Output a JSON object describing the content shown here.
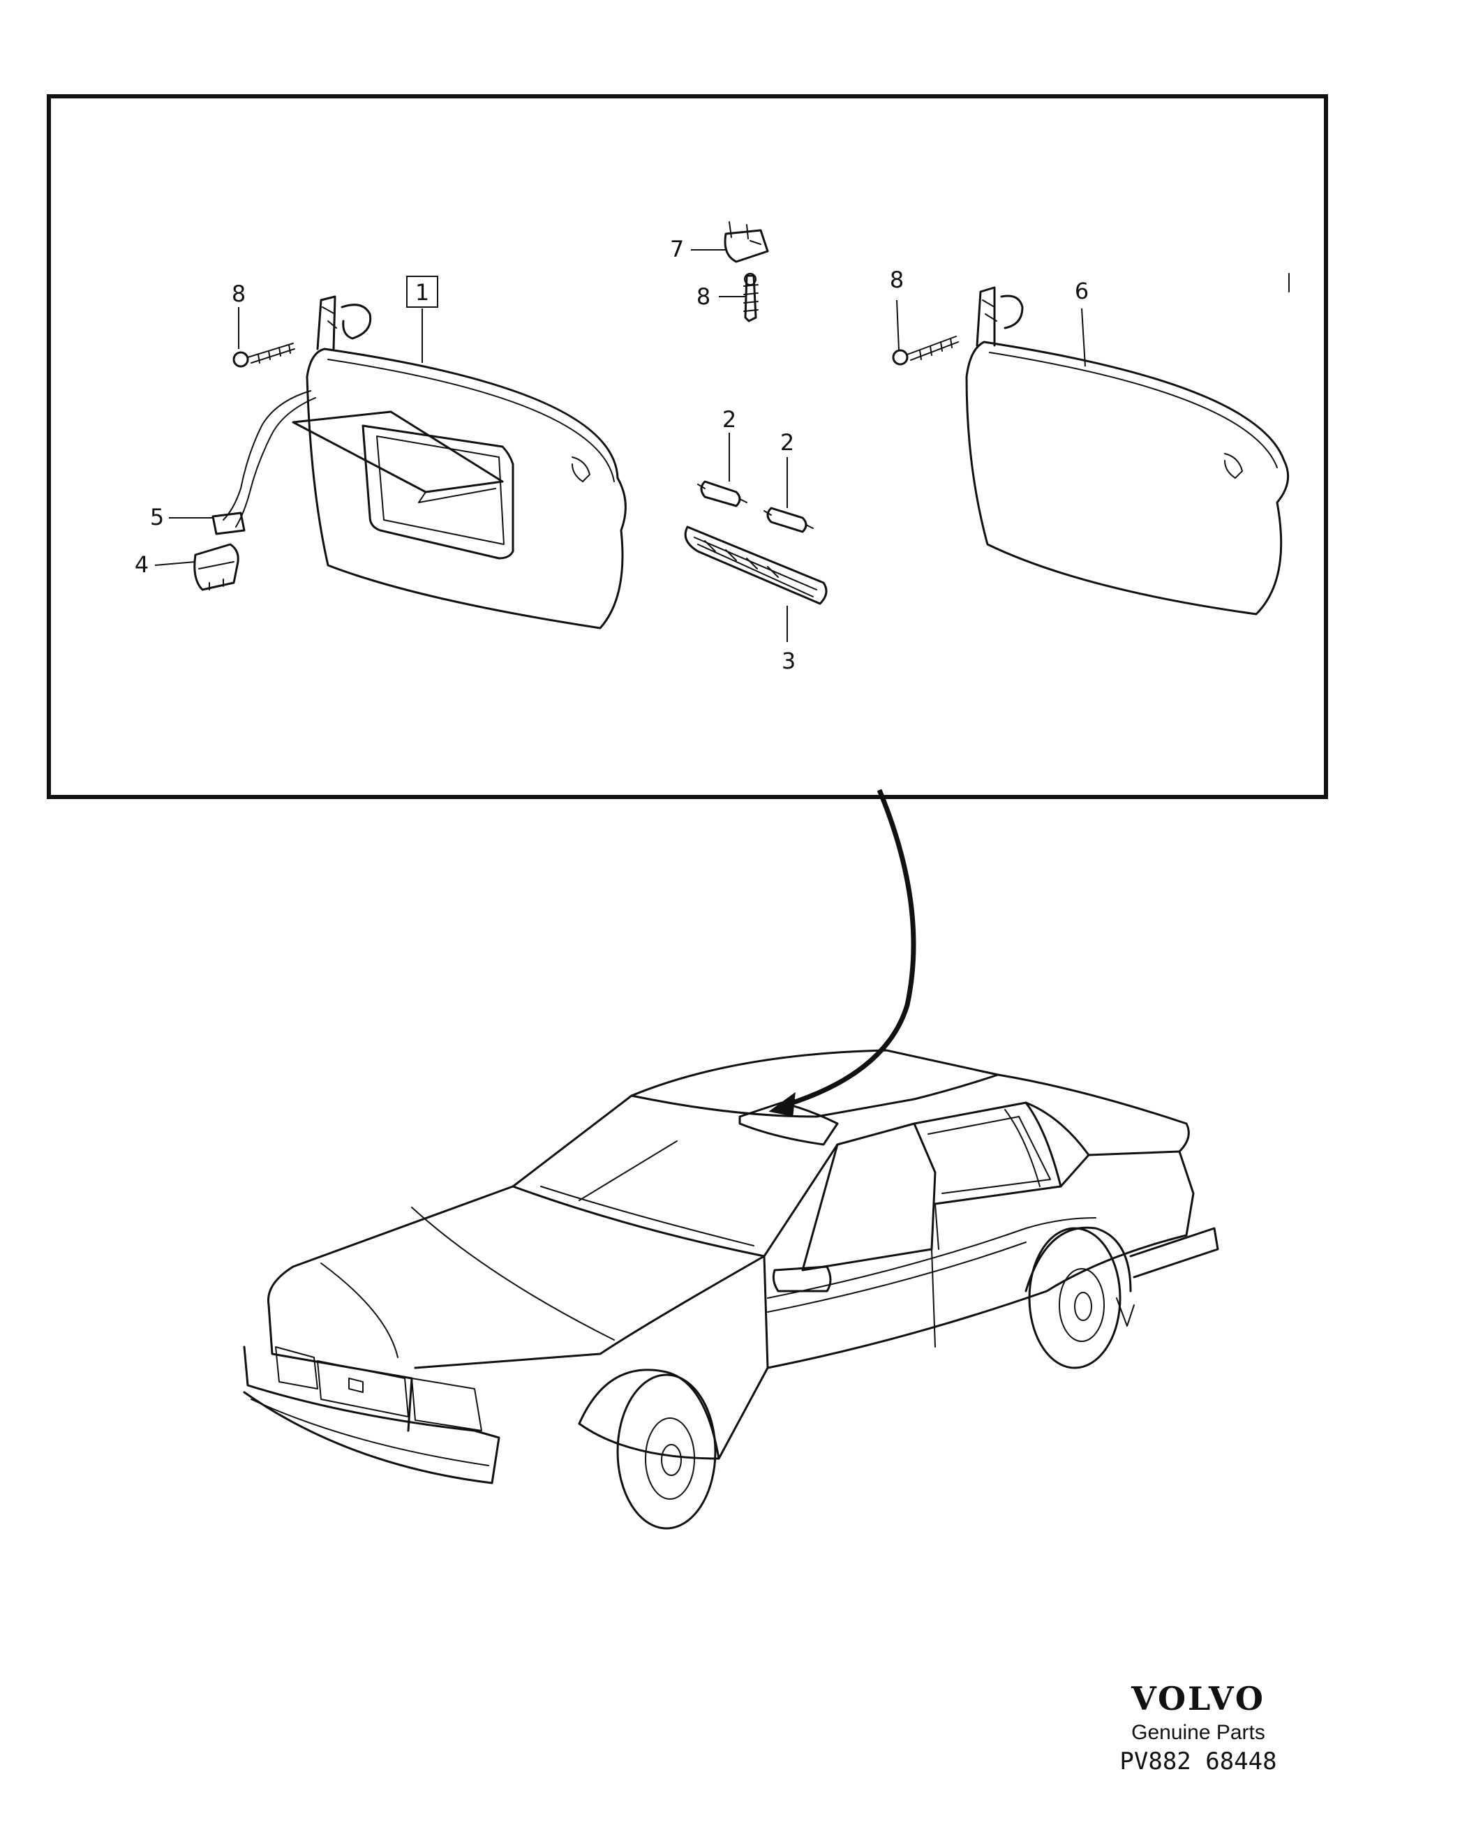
{
  "callouts": {
    "c1": "1",
    "c2a": "2",
    "c2b": "2",
    "c3": "3",
    "c4": "4",
    "c5": "5",
    "c6": "6",
    "c7": "7",
    "c8a": "8",
    "c8b": "8",
    "c8c": "8"
  },
  "brand": {
    "logo": "VOLVO",
    "subtitle": "Genuine Parts",
    "code": "PV882 68448"
  }
}
